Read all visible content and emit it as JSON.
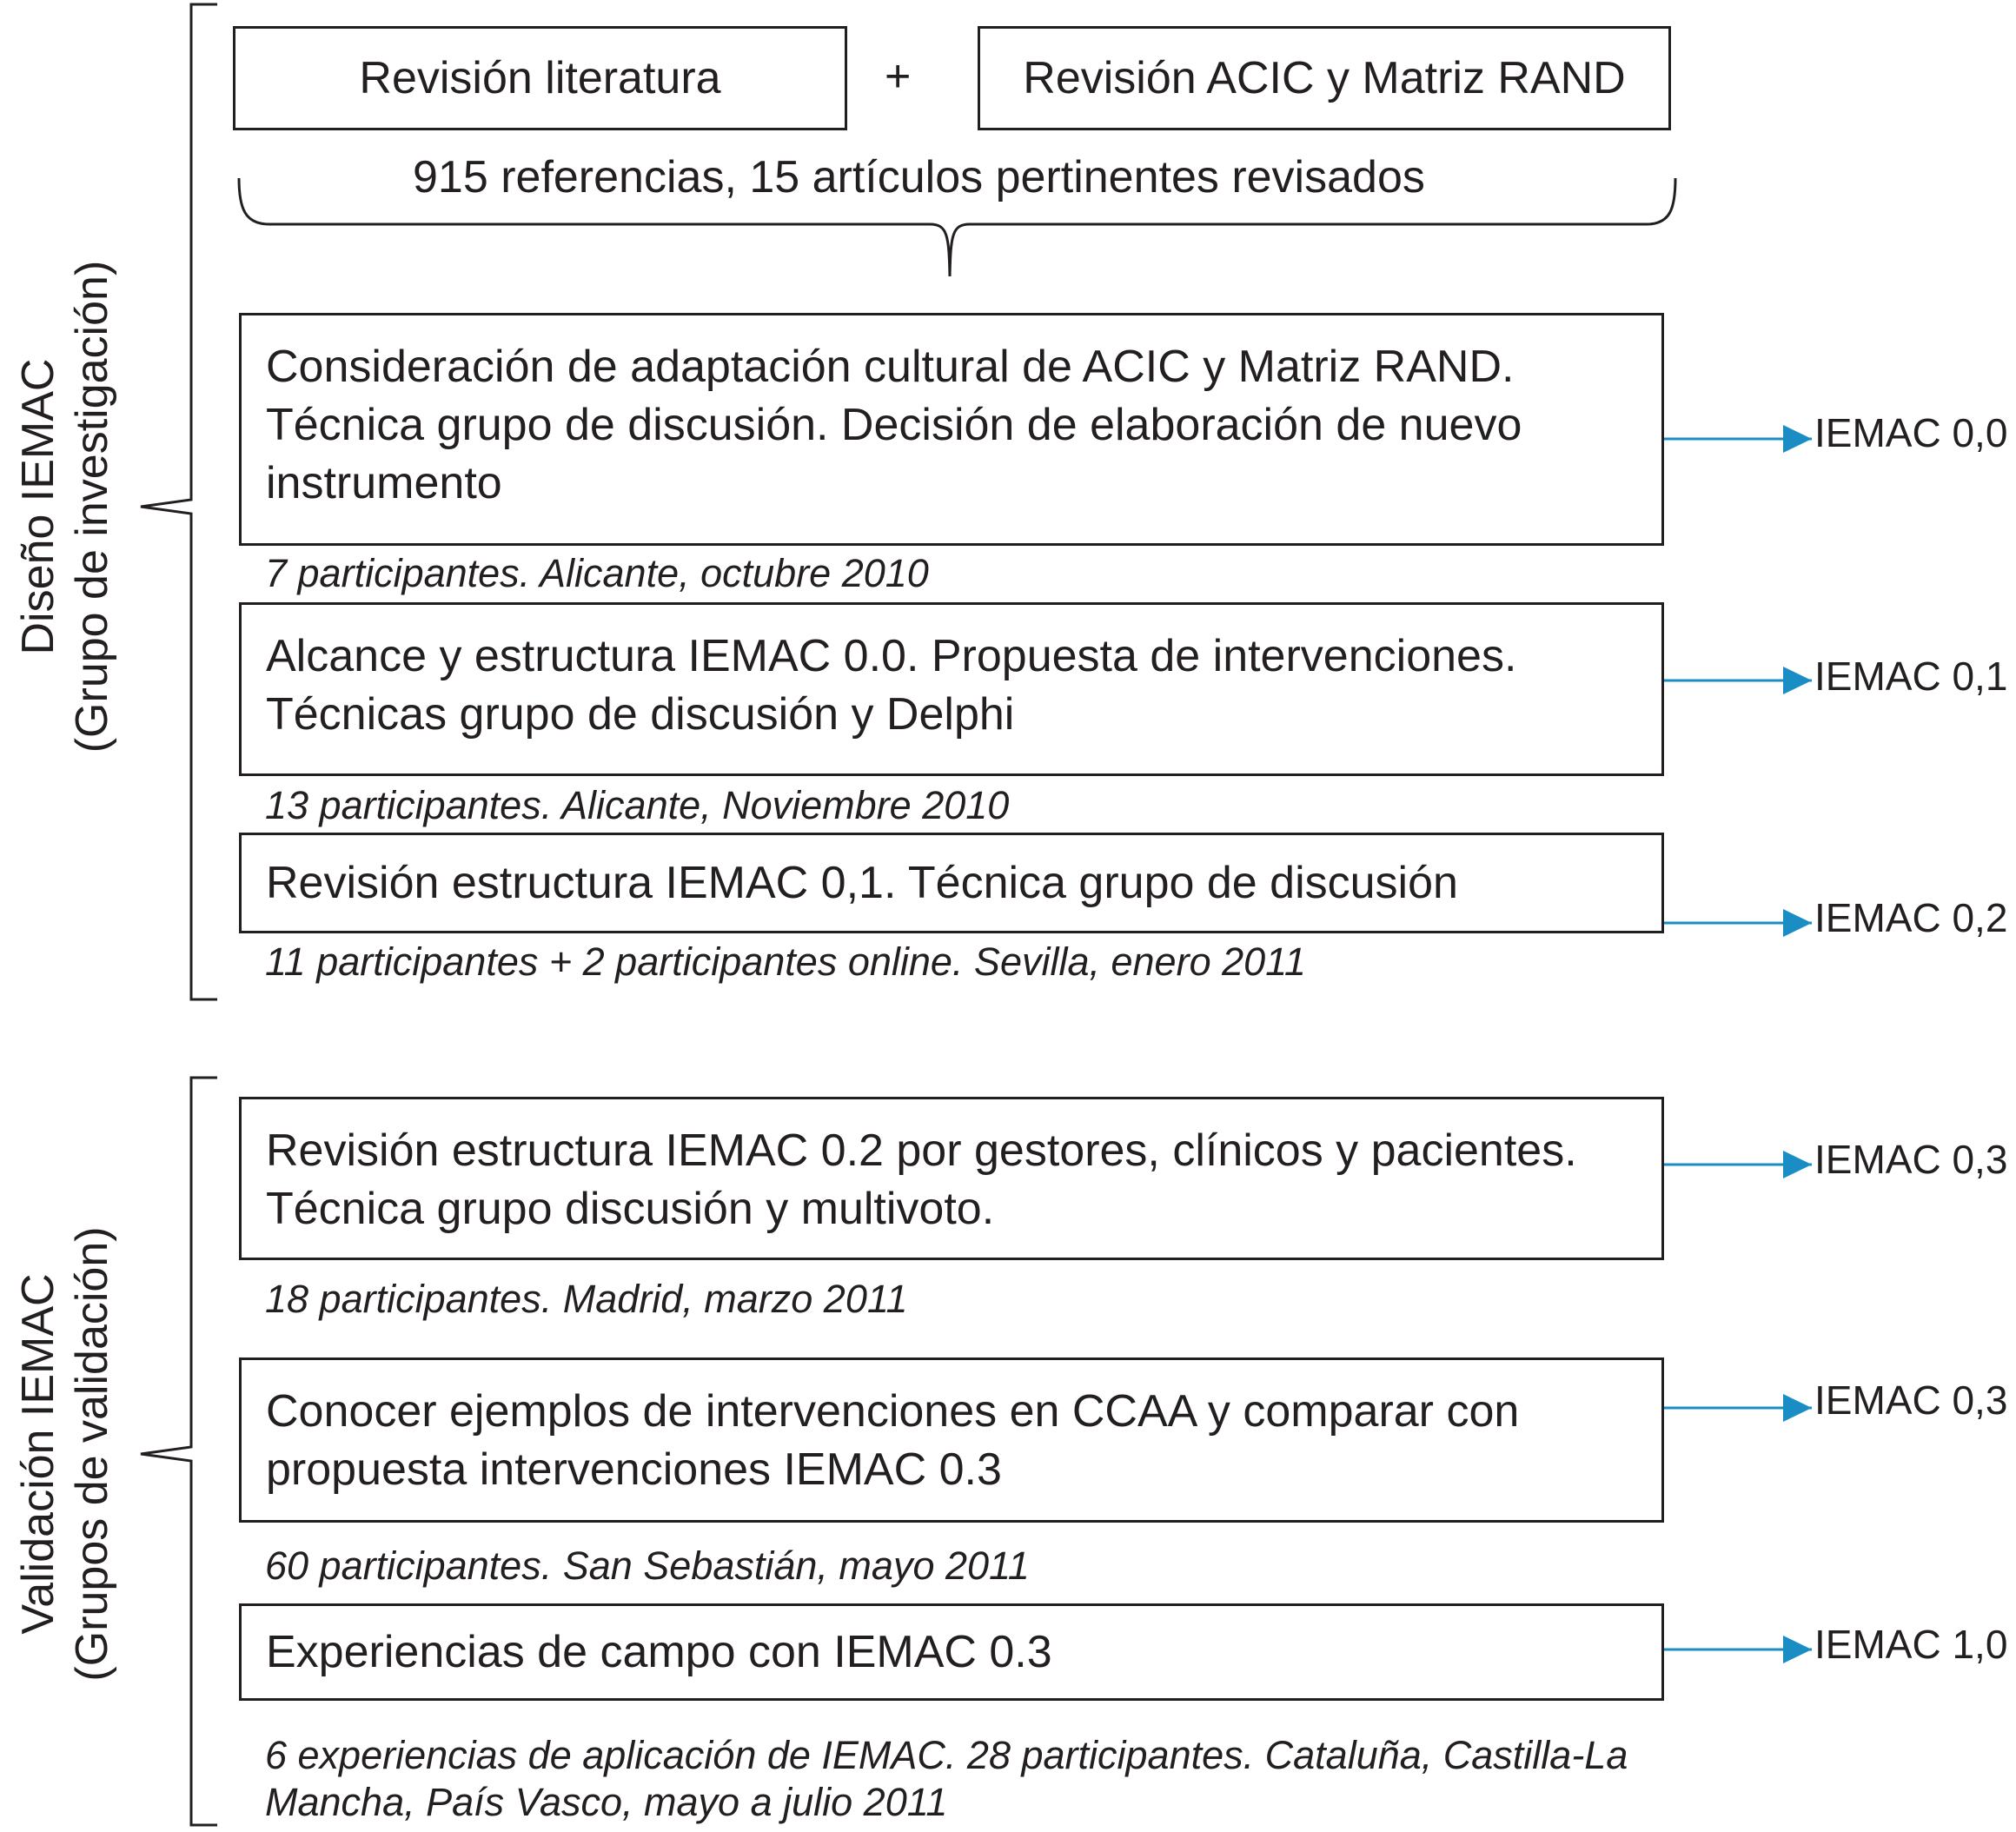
{
  "colors": {
    "ink": "#231f20",
    "arrow": "#1a8ec4"
  },
  "top": {
    "box_left": "Revisión literatura",
    "plus": "+",
    "box_right": "Revisión ACIC y Matriz RAND",
    "brace_label": "915 referencias, 15 artículos pertinentes revisados"
  },
  "sections": [
    {
      "side_line1": "Diseño IEMAC",
      "side_line2": "(Grupo de investigación)"
    },
    {
      "side_line1": "Validación IEMAC",
      "side_line2": "(Grupos  de validación)"
    }
  ],
  "steps": [
    {
      "lines": [
        "Consideración de adaptación cultural de ACIC y Matriz RAND.",
        "Técnica grupo de discusión. Decisión de elaboración de nuevo",
        "instrumento"
      ],
      "note": "7 participantes. Alicante, octubre 2010",
      "output": "IEMAC 0,0"
    },
    {
      "lines": [
        "Alcance y estructura IEMAC 0.0. Propuesta de intervenciones.",
        "Técnicas grupo de discusión y Delphi"
      ],
      "note": "13 participantes. Alicante, Noviembre 2010",
      "output": "IEMAC 0,1"
    },
    {
      "lines": [
        "Revisión estructura IEMAC 0,1. Técnica grupo de discusión"
      ],
      "note": "11 participantes + 2 participantes online. Sevilla, enero 2011",
      "output": "IEMAC 0,2"
    },
    {
      "lines": [
        "Revisión estructura IEMAC 0.2 por gestores, clínicos y pacientes.",
        "Técnica grupo discusión y multivoto."
      ],
      "note": "18 participantes. Madrid, marzo 2011",
      "output": "IEMAC 0,3"
    },
    {
      "lines": [
        "Conocer ejemplos de intervenciones en CCAA y comparar con",
        "propuesta intervenciones IEMAC 0.3"
      ],
      "note": "60 participantes. San Sebastián, mayo 2011",
      "output": "IEMAC 0,3"
    },
    {
      "lines": [
        "Experiencias de campo con IEMAC 0.3"
      ],
      "note_lines": [
        "6 experiencias de aplicación de IEMAC. 28 participantes. Cataluña, Castilla-La",
        "Mancha, País Vasco, mayo a julio  2011"
      ],
      "output": "IEMAC 1,0"
    }
  ]
}
